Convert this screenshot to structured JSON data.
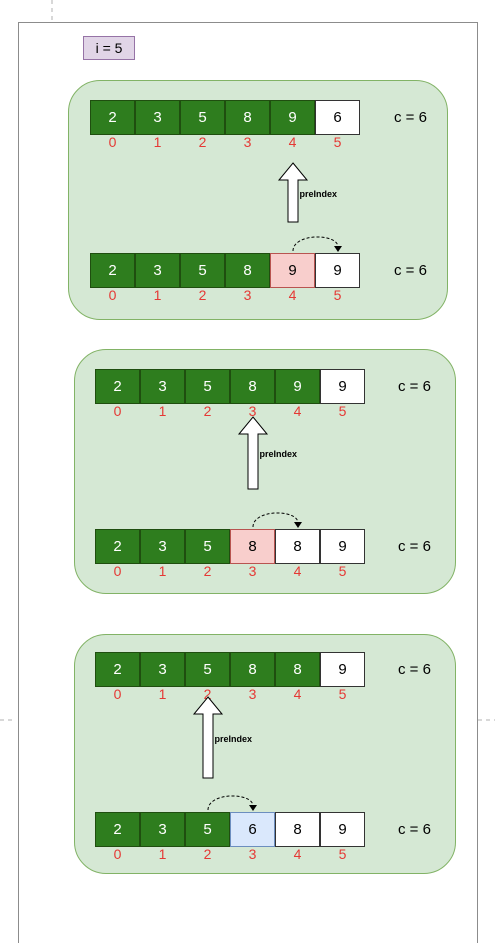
{
  "iteration_label": "i = 5",
  "pointer_label": "preIndex",
  "groups": [
    {
      "rows": [
        {
          "cells": [
            "2",
            "3",
            "5",
            "8",
            "9",
            "6"
          ],
          "styles": [
            "green",
            "green",
            "green",
            "green",
            "green",
            "white"
          ],
          "c_label": "c = 6"
        },
        {
          "cells": [
            "2",
            "3",
            "5",
            "8",
            "9",
            "9"
          ],
          "styles": [
            "green",
            "green",
            "green",
            "green",
            "pink",
            "white"
          ],
          "c_label": "c = 6"
        }
      ],
      "pointer_index": 4
    },
    {
      "rows": [
        {
          "cells": [
            "2",
            "3",
            "5",
            "8",
            "9",
            "9"
          ],
          "styles": [
            "green",
            "green",
            "green",
            "green",
            "green",
            "white"
          ],
          "c_label": "c = 6"
        },
        {
          "cells": [
            "2",
            "3",
            "5",
            "8",
            "8",
            "9"
          ],
          "styles": [
            "green",
            "green",
            "green",
            "pink",
            "white",
            "white"
          ],
          "c_label": "c = 6"
        }
      ],
      "pointer_index": 3
    },
    {
      "rows": [
        {
          "cells": [
            "2",
            "3",
            "5",
            "8",
            "8",
            "9"
          ],
          "styles": [
            "green",
            "green",
            "green",
            "green",
            "green",
            "white"
          ],
          "c_label": "c = 6"
        },
        {
          "cells": [
            "2",
            "3",
            "5",
            "6",
            "8",
            "9"
          ],
          "styles": [
            "green",
            "green",
            "green",
            "blue",
            "white",
            "white"
          ],
          "c_label": "c = 6"
        }
      ],
      "pointer_index": 2
    }
  ],
  "indices": [
    "0",
    "1",
    "2",
    "3",
    "4",
    "5"
  ]
}
